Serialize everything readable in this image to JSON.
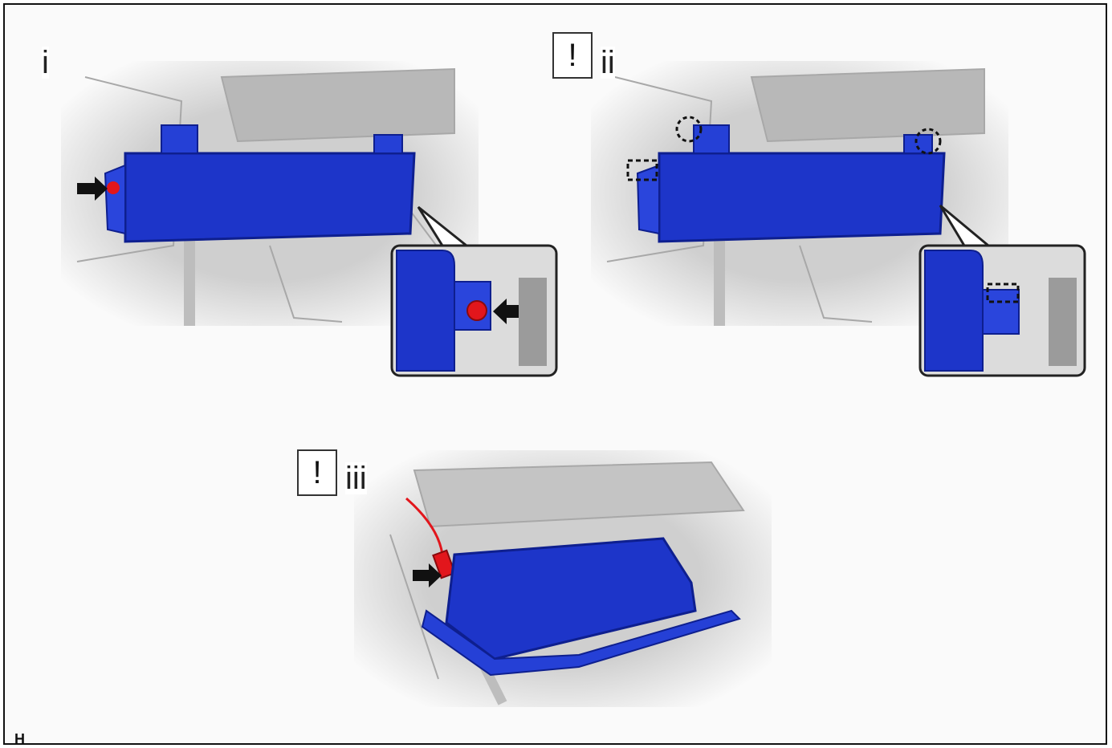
{
  "steps": [
    {
      "label": "i",
      "caution": ""
    },
    {
      "label": "ii",
      "caution": "!"
    },
    {
      "label": "iii",
      "caution": "!"
    }
  ],
  "corner_code": "H",
  "colors": {
    "part_blue": "#1d35c9",
    "part_blue_dark": "#0e1f8f",
    "clip_red": "#e2161c",
    "background_gray": "#d9d9d9",
    "arrow_black": "#111111"
  },
  "icons": [
    "arrow-right-icon",
    "arrow-left-icon",
    "claw-marker-icon",
    "clip-marker-icon",
    "caution-icon"
  ]
}
